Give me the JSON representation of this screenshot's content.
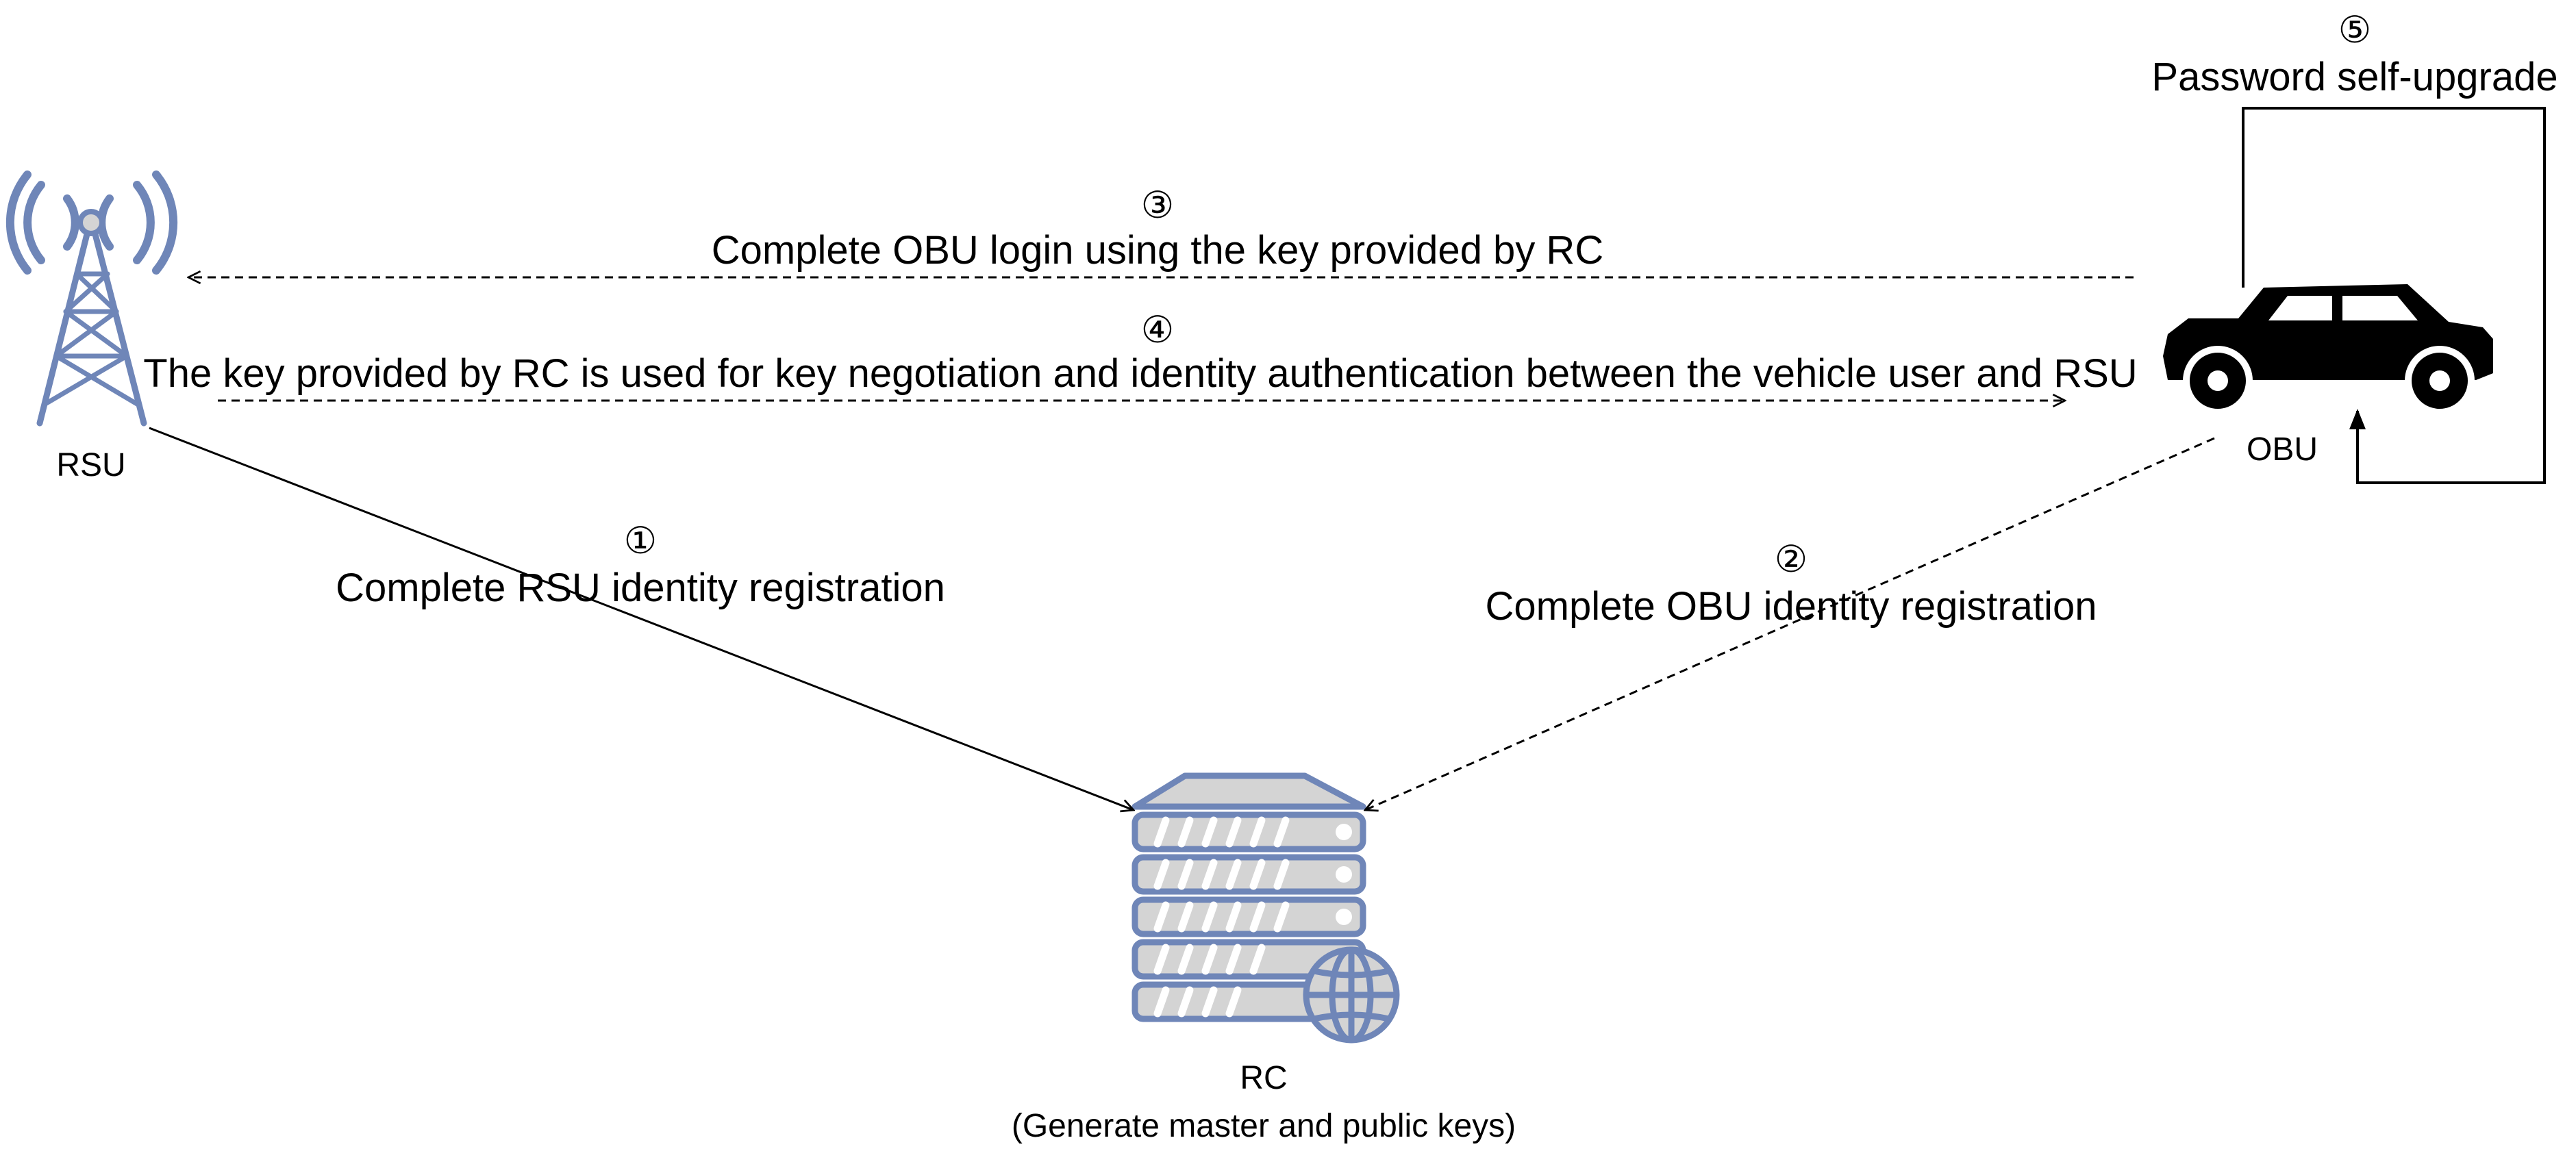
{
  "nodes": {
    "rsu": {
      "label": "RSU",
      "icon": "antenna-tower-icon"
    },
    "obu": {
      "label": "OBU",
      "icon": "car-icon"
    },
    "rc": {
      "label": "RC",
      "sublabel": "(Generate master and public keys)",
      "icon": "server-stack-globe-icon"
    }
  },
  "steps": [
    {
      "number": "①",
      "text": "Complete RSU identity registration"
    },
    {
      "number": "②",
      "text": "Complete OBU identity registration"
    },
    {
      "number": "③",
      "text": "Complete OBU login using the key provided by RC"
    },
    {
      "number": "④",
      "text": "The key provided by RC is used for key negotiation and identity authentication between the vehicle user and RSU"
    },
    {
      "number": "⑤",
      "text": "Password self-upgrade"
    }
  ],
  "colors": {
    "icon_stroke": "#6f86b8",
    "icon_fill": "#d4d4d4",
    "car": "#000000",
    "line": "#000000"
  }
}
